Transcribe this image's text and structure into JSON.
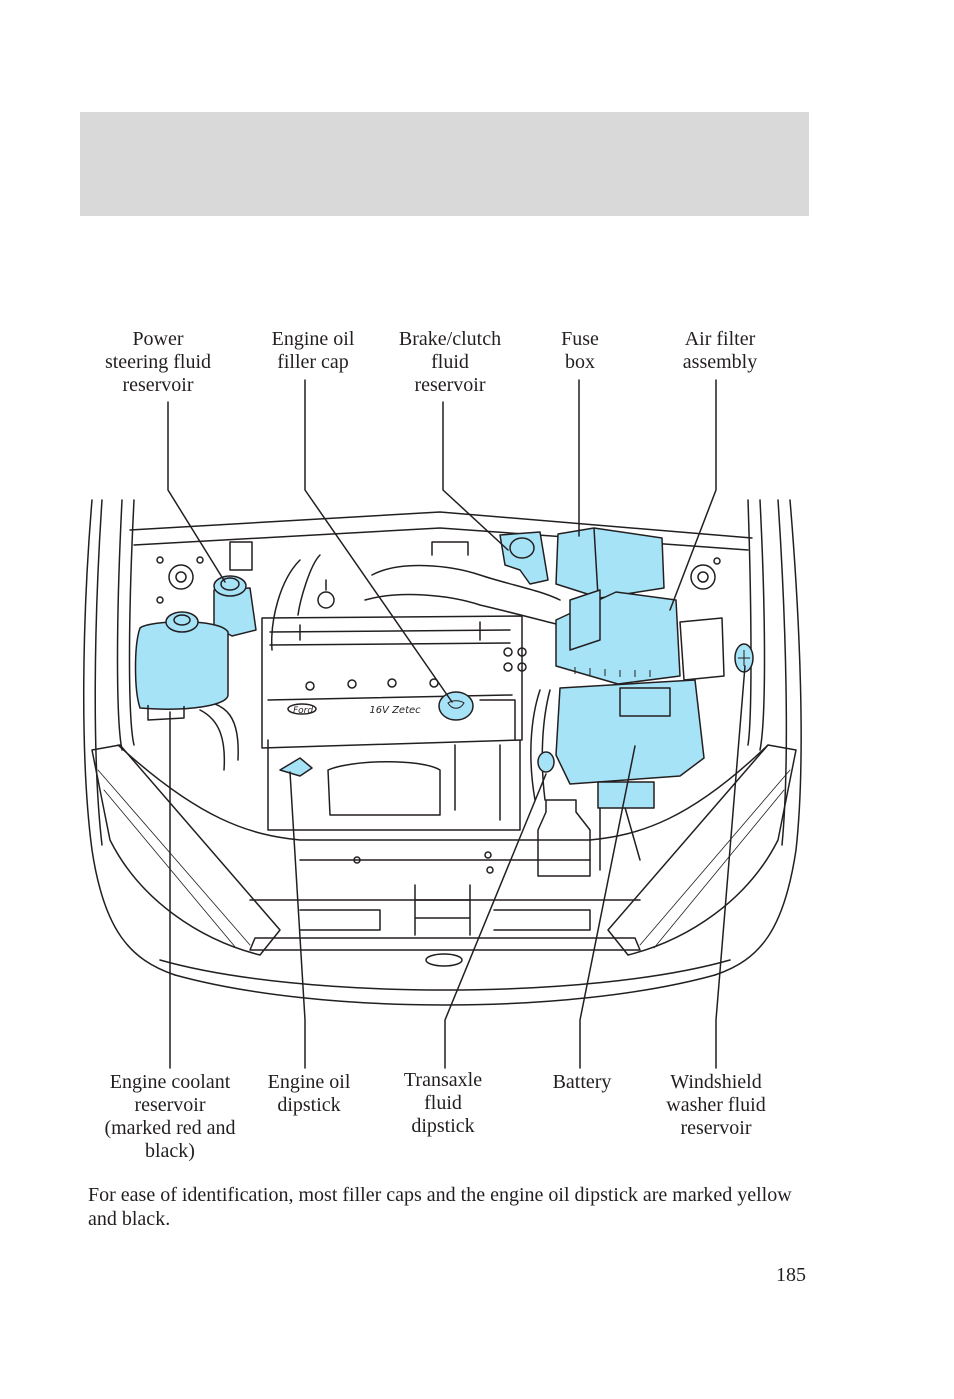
{
  "header": {
    "band_color": "#d9d9da"
  },
  "colors": {
    "component_fill": "#a6e3f7",
    "line": "#231f20"
  },
  "labels_top": {
    "power_steering": "Power\nsteering fluid\nreservoir",
    "engine_oil_cap": "Engine oil\nfiller cap",
    "brake_clutch": "Brake/clutch\nfluid\nreservoir",
    "fuse_box": "Fuse\nbox",
    "air_filter": "Air filter\nassembly"
  },
  "labels_bottom": {
    "coolant": "Engine coolant\nreservoir\n(marked red and\nblack)",
    "oil_dipstick": "Engine oil\ndipstick",
    "transaxle": "Transaxle\nfluid\ndipstick",
    "battery": "Battery",
    "washer": "Windshield\nwasher fluid\nreservoir"
  },
  "engine_cover": {
    "brand": "Ford",
    "badge": "16V Zetec"
  },
  "caption": "For ease of identification, most filler caps and the engine oil dipstick are marked yellow and black.",
  "page_number": "185"
}
